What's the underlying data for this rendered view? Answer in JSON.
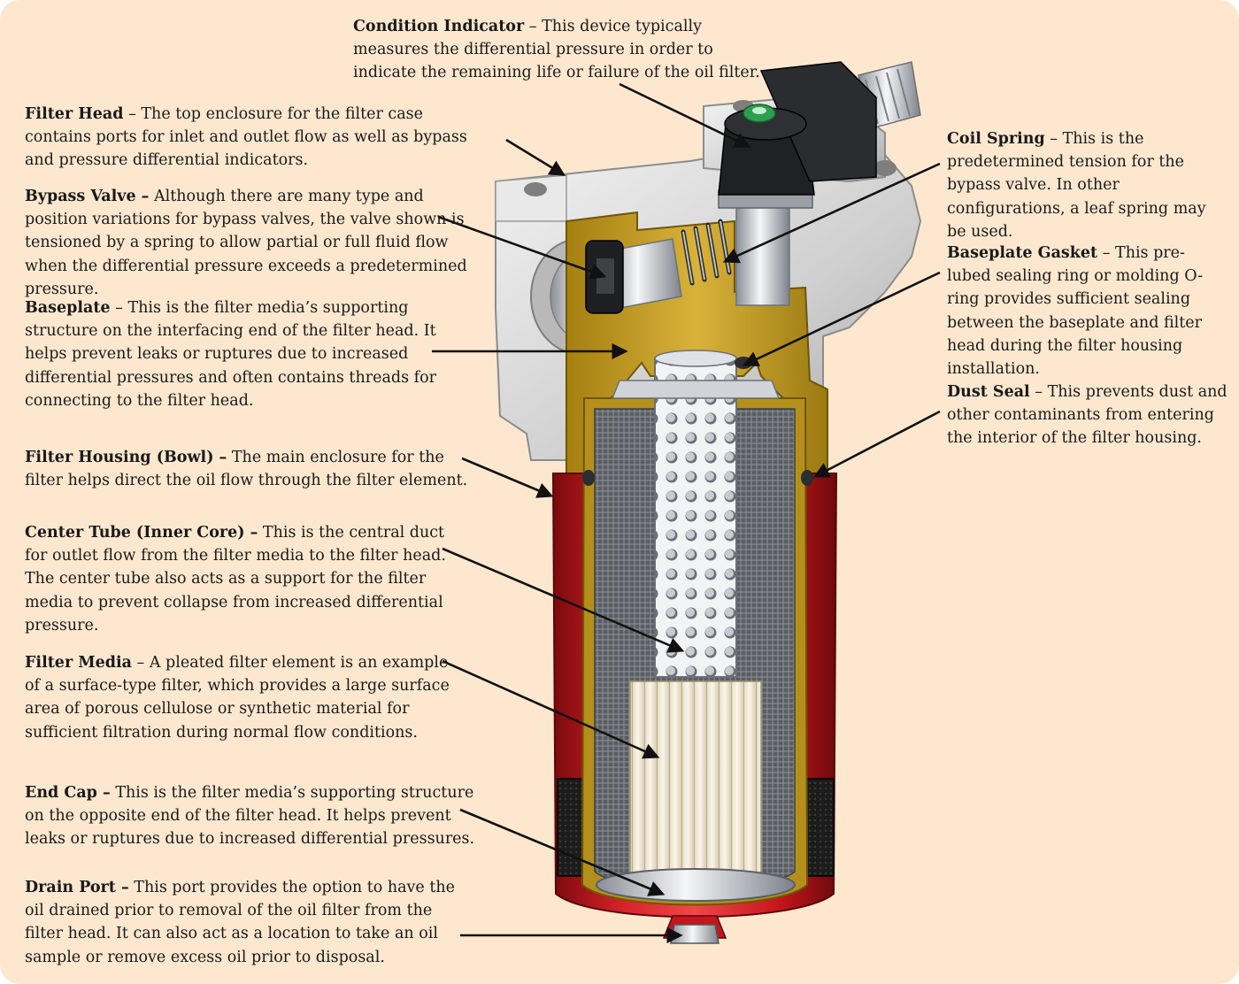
{
  "colors": {
    "background": "#fde8cf",
    "housing_red": "#c4161c",
    "brass_cutaway": "#c9a227",
    "aluminum_head": "#d9d9d9",
    "text": "#1a1a1a"
  },
  "labels": {
    "condition_indicator": {
      "title": "Condition Indicator",
      "body": " – This device typically measures the differential pressure in order to indicate the remaining life or failure of the oil filter."
    },
    "filter_head": {
      "title": "Filter Head",
      "body": " – The top enclosure for the filter case contains ports for inlet and outlet flow as well as bypass and pressure differential indicators."
    },
    "bypass_valve": {
      "title": "Bypass Valve –",
      "body": " Although there are many type and position variations for bypass valves, the valve shown is tensioned by a spring to allow partial or full fluid flow when the differential pressure exceeds a predetermined pressure."
    },
    "baseplate": {
      "title": "Baseplate",
      "body": " – This is the filter media’s supporting structure on the interfacing end of the filter head. It helps prevent leaks or ruptures due to increased differential pressures and often contains threads for connecting to the filter head."
    },
    "filter_housing": {
      "title": "Filter Housing (Bowl) –",
      "body": " The main enclosure for the filter helps direct the oil flow through the filter element."
    },
    "center_tube": {
      "title": "Center Tube (Inner Core) –",
      "body": " This is the central duct for outlet flow from the filter media to the filter head. The center tube also acts as a support for the filter media to prevent collapse from increased differential pressure."
    },
    "filter_media": {
      "title": "Filter Media",
      "body": " – A pleated filter element is an example of a surface-type filter, which provides a large surface area of porous cellulose or synthetic material for sufficient filtration during normal flow conditions."
    },
    "end_cap": {
      "title": "End Cap –",
      "body": " This is the filter media’s supporting structure on the opposite end of the filter head. It helps prevent leaks or ruptures due to increased differential pressures."
    },
    "drain_port": {
      "title": "Drain Port –",
      "body": " This port provides the option to have the oil drained prior to removal of the oil filter from the filter head. It can also act as a location to take an oil sample or remove excess oil prior to disposal."
    },
    "coil_spring": {
      "title": "Coil Spring",
      "body": " – This is the predetermined tension for the bypass valve. In other configurations, a leaf spring may be used."
    },
    "baseplate_gasket": {
      "title": "Baseplate Gasket",
      "body": " – This pre-lubed sealing ring or molding O-ring provides sufficient sealing between the baseplate and filter head during the filter housing installation."
    },
    "dust_seal": {
      "title": "Dust Seal",
      "body": " – This prevents dust and other contaminants from entering the interior of the filter housing."
    }
  }
}
